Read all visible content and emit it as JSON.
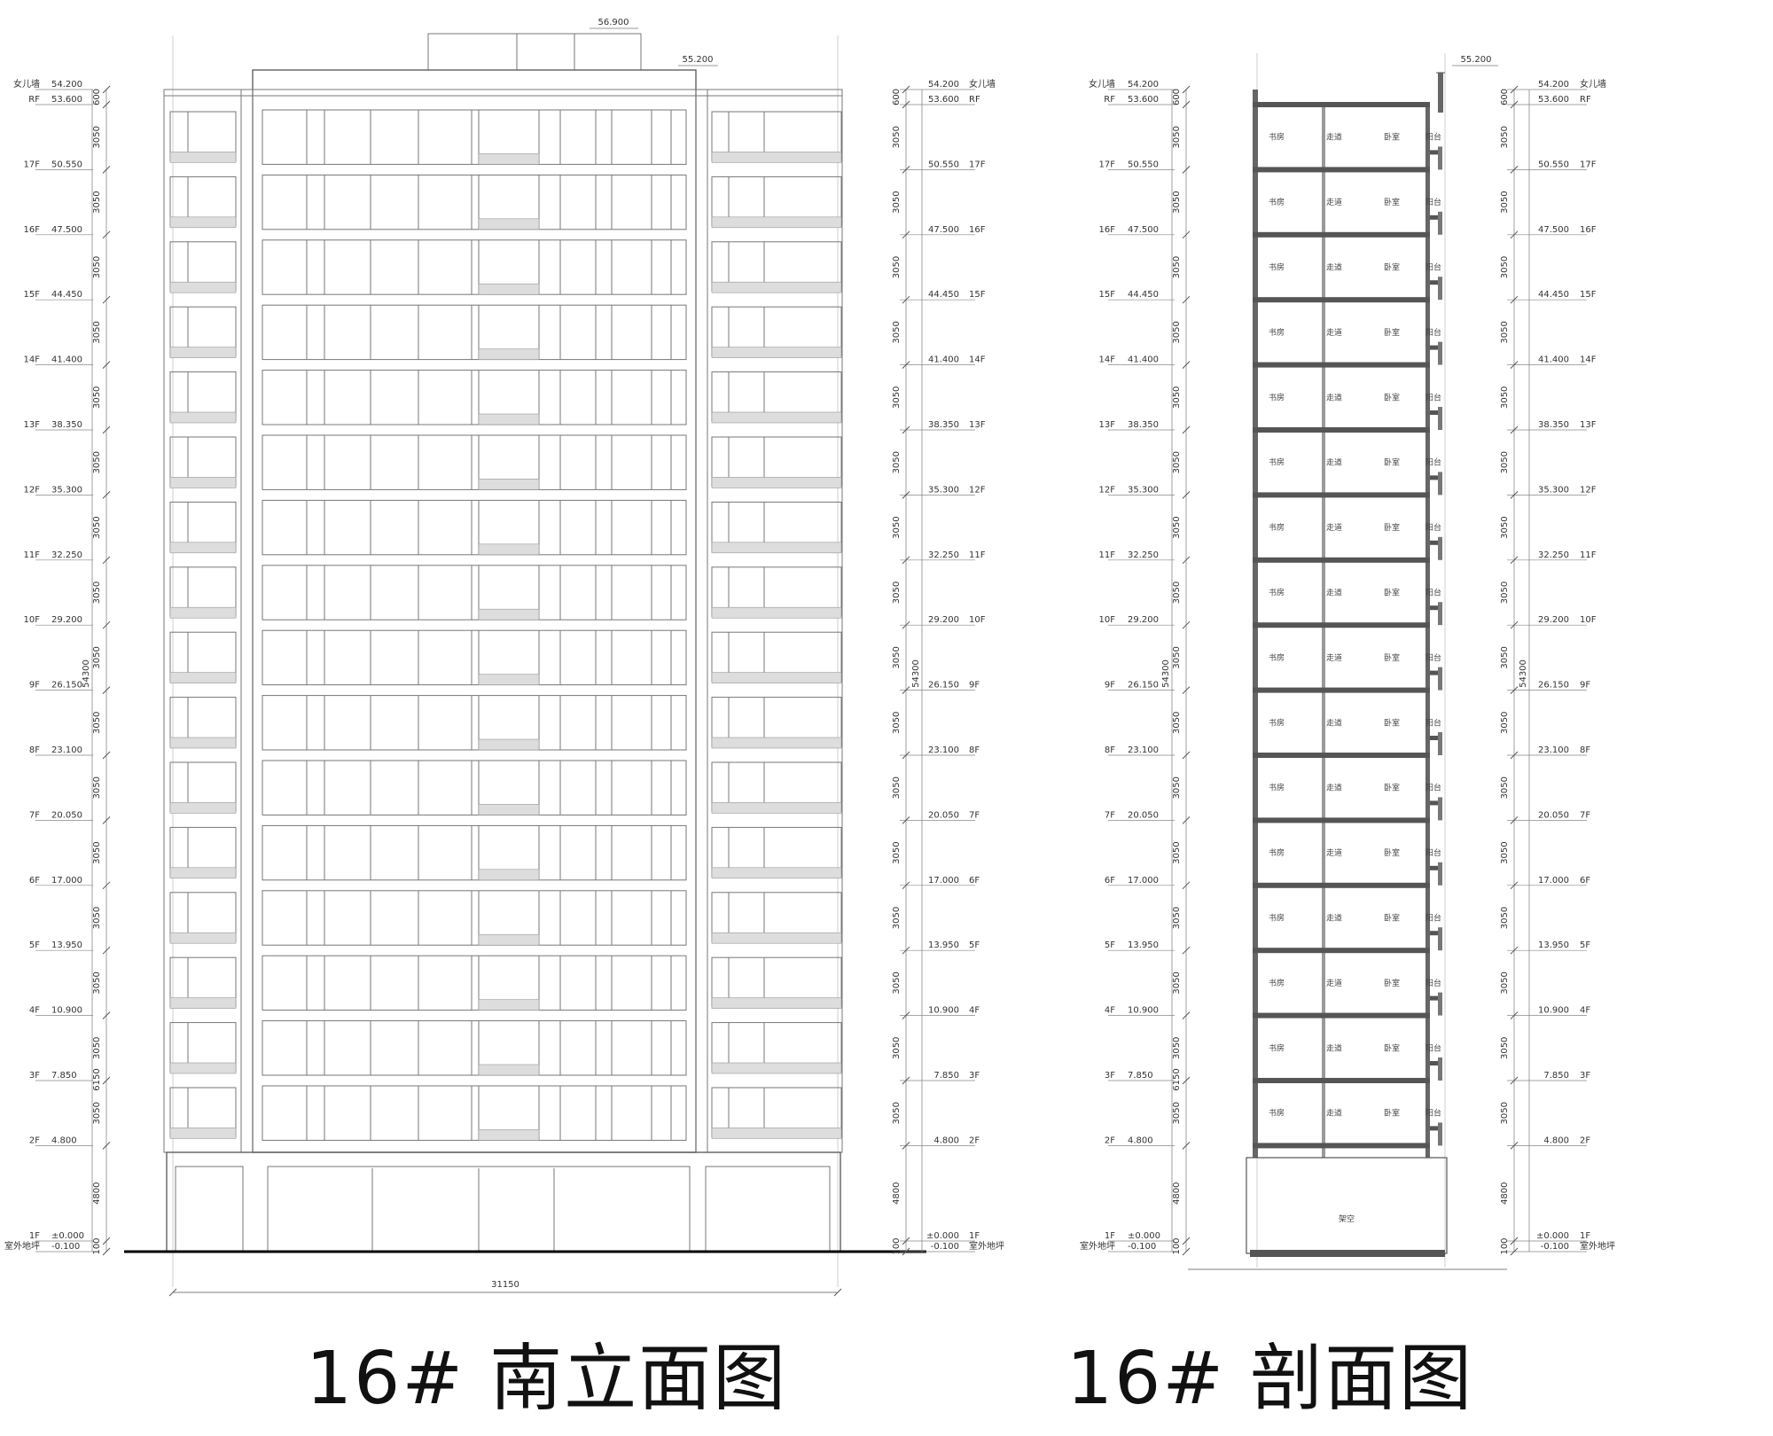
{
  "levels": [
    {
      "story": "女儿墙",
      "elev": "54.200"
    },
    {
      "story": "RF",
      "elev": "53.600"
    },
    {
      "story": "17F",
      "elev": "50.550"
    },
    {
      "story": "16F",
      "elev": "47.500"
    },
    {
      "story": "15F",
      "elev": "44.450"
    },
    {
      "story": "14F",
      "elev": "41.400"
    },
    {
      "story": "13F",
      "elev": "38.350"
    },
    {
      "story": "12F",
      "elev": "35.300"
    },
    {
      "story": "11F",
      "elev": "32.250"
    },
    {
      "story": "10F",
      "elev": "29.200"
    },
    {
      "story": "9F",
      "elev": "26.150"
    },
    {
      "story": "8F",
      "elev": "23.100"
    },
    {
      "story": "7F",
      "elev": "20.050"
    },
    {
      "story": "6F",
      "elev": "17.000"
    },
    {
      "story": "5F",
      "elev": "13.950"
    },
    {
      "story": "4F",
      "elev": "10.900"
    },
    {
      "story": "3F",
      "elev": "7.850"
    },
    {
      "story": "2F",
      "elev": "4.800"
    },
    {
      "story": "1F",
      "elev": "±0.000"
    },
    {
      "story": "室外地坪",
      "elev": "-0.100"
    }
  ],
  "roof_elevations": {
    "stair_top": "56.900",
    "roof_parapet": "55.200"
  },
  "dimensions": {
    "typical_floor": "3050",
    "first_floor": "4800",
    "parapet": "600",
    "base": "100",
    "total_height": "54300",
    "left_combined": "6150",
    "overall_width": "31150"
  },
  "section_rooms": [
    "书房",
    "走道",
    "卧室",
    "阳台"
  ],
  "section_ground_room": "架空",
  "captions": {
    "elevation": "16# 南立面图",
    "section": "16# 剖面图"
  }
}
